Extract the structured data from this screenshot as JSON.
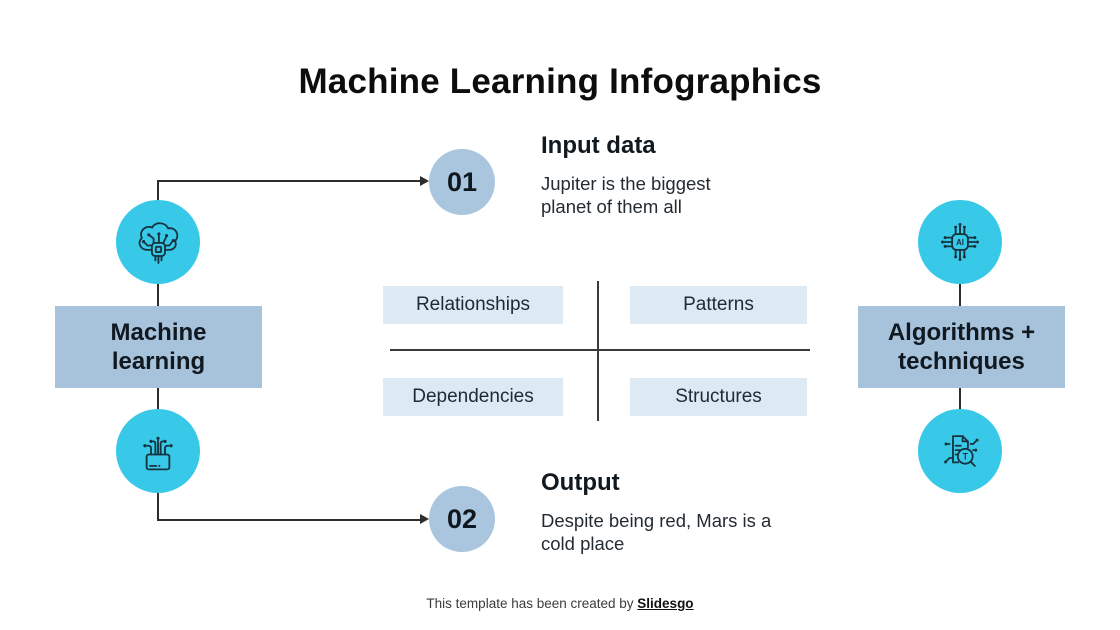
{
  "title": "Machine Learning Infographics",
  "steps": [
    {
      "number": "01",
      "heading": "Input data",
      "body": "Jupiter is the biggest planet of them all"
    },
    {
      "number": "02",
      "heading": "Output",
      "body": "Despite being red, Mars is a cold place"
    }
  ],
  "nodes": {
    "left": {
      "label": "Machine learning"
    },
    "right": {
      "label": "Algorithms + techniques"
    }
  },
  "quadrant": {
    "top_left": "Relationships",
    "top_right": "Patterns",
    "bottom_left": "Dependencies",
    "bottom_right": "Structures"
  },
  "icons": {
    "ai_chip_label": "AI",
    "text_search_label": "T"
  },
  "footer": {
    "text": "This template has been created by ",
    "brand": "Slidesgo"
  },
  "colors": {
    "accent_cyan": "#38c9e8",
    "node_blue": "#a7c2db",
    "badge_blue": "#a9c6de",
    "tag_blue": "#dde9f3",
    "ink": "#131c24",
    "line": "#2d2d2d"
  }
}
